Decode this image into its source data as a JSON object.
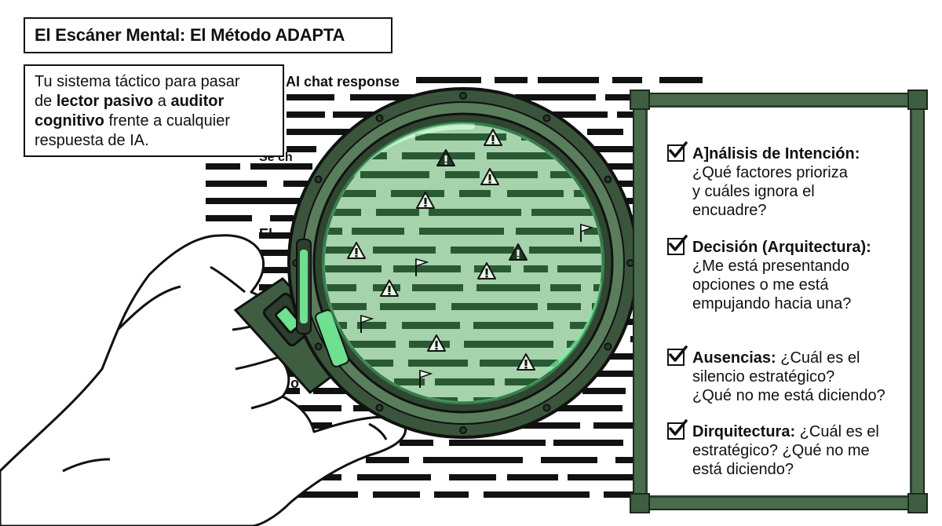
{
  "title": "El Escáner Mental: El Método ADAPTA",
  "intro": {
    "line1": "Tu sistema táctico para pasar",
    "line2_pre": "de ",
    "line2_bold1": "lector pasivo",
    "line2_mid": " a ",
    "line2_bold2": "auditor",
    "line3_bold": "cognitivo",
    "line3_rest": " frente a cualquier",
    "line4": "respuesta de IA."
  },
  "document": {
    "header_label": "AI chat response",
    "fragment_1": "Se ch",
    "fragment_2": "El",
    "fragment_3": "o"
  },
  "checklist": [
    {
      "head": "A]nálisis de Intención:",
      "lines": [
        "¿Qué factores prioriza",
        "y cuáles ignora el",
        "encuadre?"
      ]
    },
    {
      "head": "Decisión (Arquitectura):",
      "lines": [
        "¿Me está presentando",
        "opciones o me está",
        "empujando hacia una?"
      ]
    },
    {
      "head": "Ausencias:",
      "head_rest": " ¿Cuál es el",
      "lines": [
        "silencio estratégico?",
        "¿Qué no me está diciendo?"
      ]
    },
    {
      "head": "Dirquitectura:",
      "head_rest": " ¿Cuál es el",
      "lines": [
        "estratégico? ¿Qué no me",
        "está diciendo?"
      ]
    }
  ],
  "icons": {
    "magnifier": "magnifying-glass-icon",
    "hand": "hand-icon",
    "warning": "warning-icon",
    "flag": "flag-icon",
    "check": "checkbox-checked-icon"
  },
  "colors": {
    "frame_green": "#4a6b4c",
    "lens_green": "#8fc79a",
    "glow_green": "#5fe08a",
    "ink": "#111111"
  }
}
